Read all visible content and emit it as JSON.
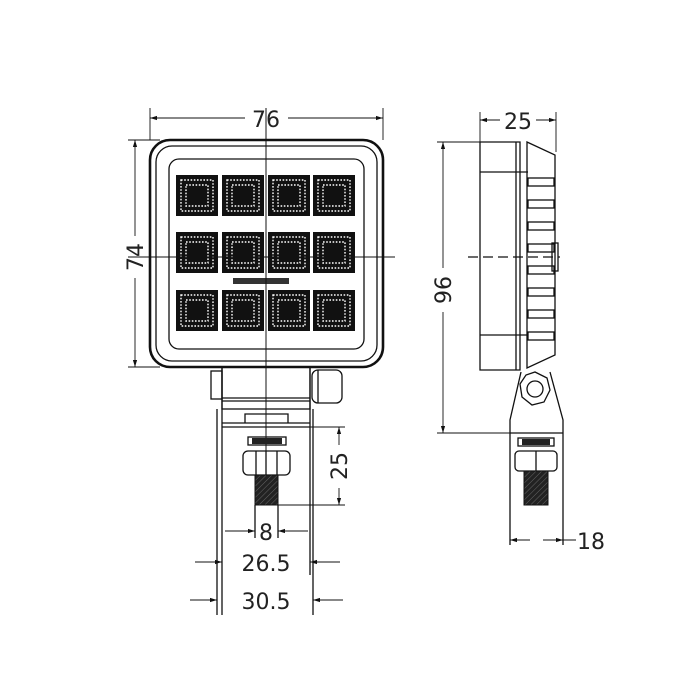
{
  "drawing": {
    "title": "LED work light dimension drawing",
    "front_view": {
      "width_label": "76",
      "height_label": "74",
      "stud_length_label": "25",
      "stud_diameter_label": "8",
      "bracket_inner_label": "26.5",
      "bracket_outer_label": "30.5",
      "led_rows": 3,
      "led_cols": 4
    },
    "side_view": {
      "depth_label": "25",
      "total_height_label": "96",
      "bracket_width_label": "18"
    },
    "colors": {
      "line": "#111111",
      "background": "#ffffff"
    }
  }
}
